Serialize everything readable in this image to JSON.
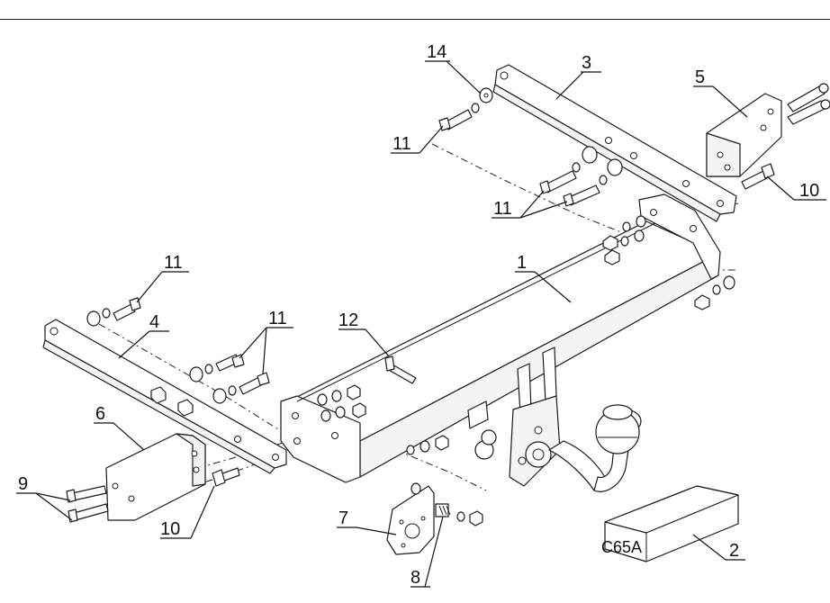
{
  "labels": {
    "p1": "1",
    "p2": "2",
    "p3": "3",
    "p4": "4",
    "p5": "5",
    "p6": "6",
    "p7": "7",
    "p8": "8",
    "p9": "9",
    "p10_right": "10",
    "p10_left": "10",
    "p11_top": "11",
    "p11_mid": "11",
    "p11_left_top": "11",
    "p11_left_mid": "11",
    "p12": "12",
    "p14": "14"
  },
  "box_code": "C65A"
}
